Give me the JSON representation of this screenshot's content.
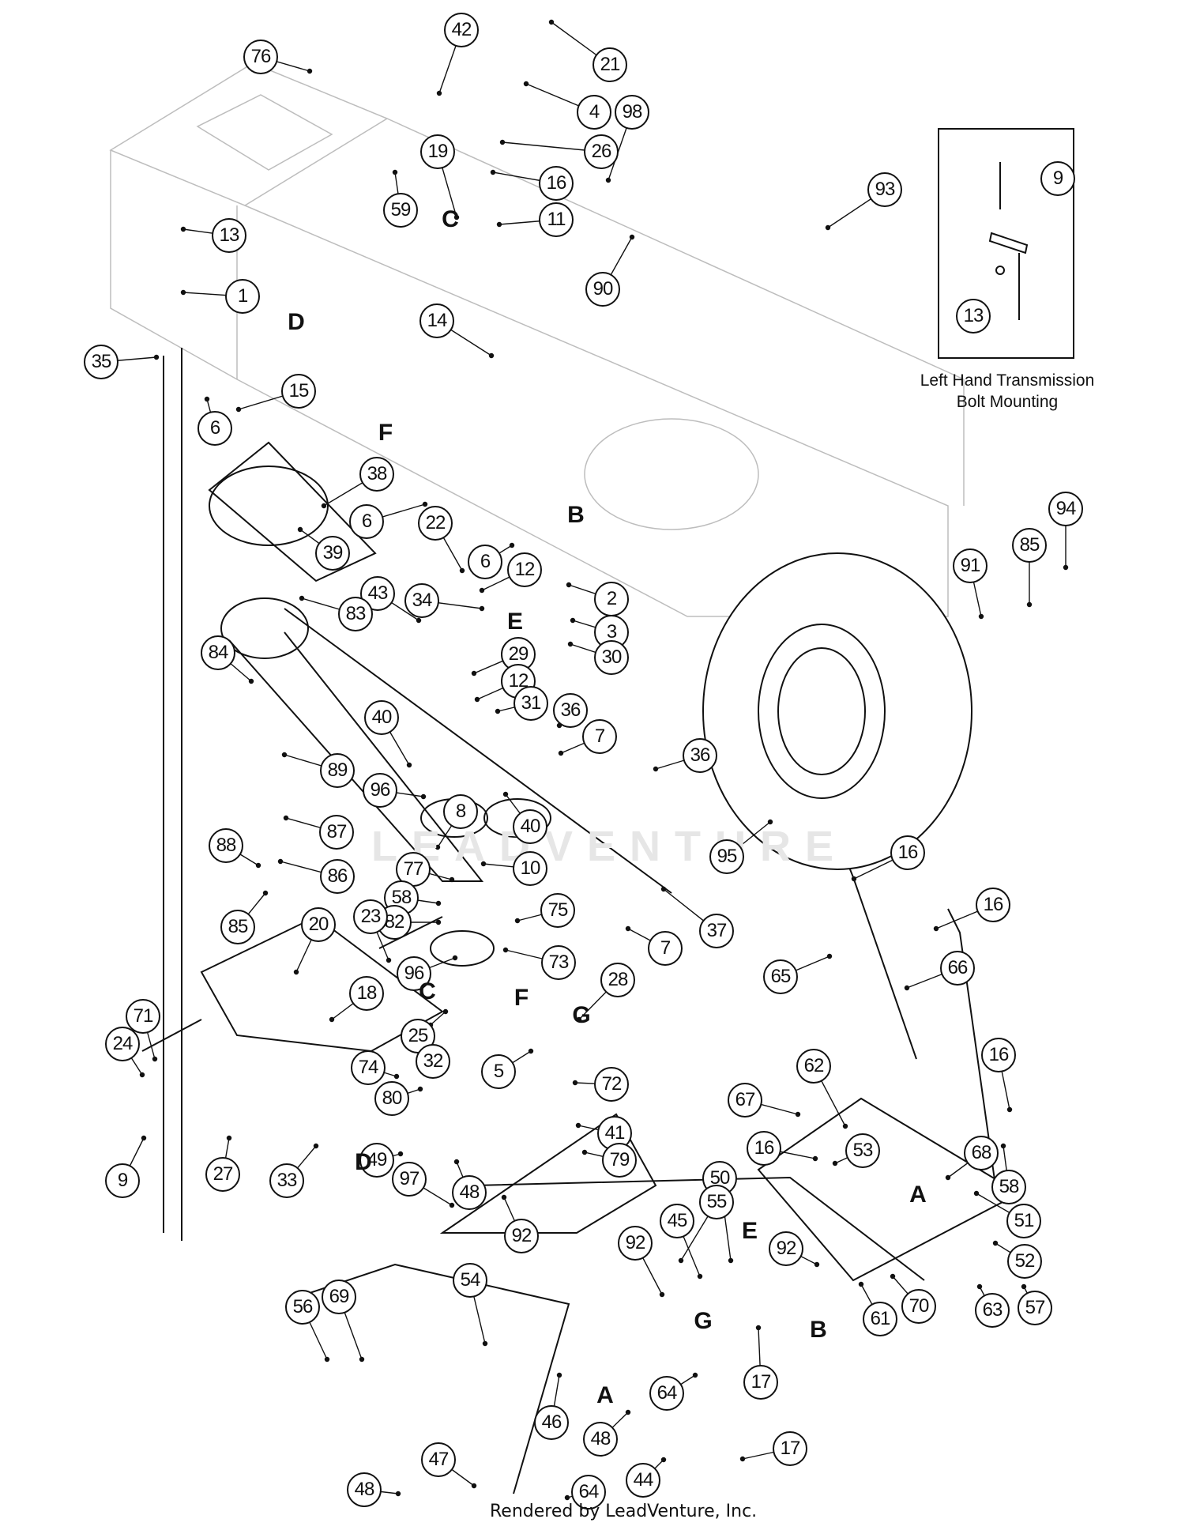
{
  "diagram": {
    "title": "Transmission, Belts & Drive Control Assembly",
    "watermark": "LEADVENTURE",
    "credit": "Rendered by LeadVenture, Inc.",
    "inset": {
      "caption_line1": "Left Hand Transmission",
      "caption_line2": "Bolt Mounting",
      "callouts": [
        "9",
        "13"
      ]
    },
    "reference_letters": [
      "A",
      "B",
      "C",
      "D",
      "E",
      "F",
      "G"
    ],
    "callouts": [
      {
        "id": "76",
        "label": "76"
      },
      {
        "id": "42",
        "label": "42"
      },
      {
        "id": "21",
        "label": "21"
      },
      {
        "id": "4",
        "label": "4"
      },
      {
        "id": "26",
        "label": "26"
      },
      {
        "id": "19",
        "label": "19"
      },
      {
        "id": "16a",
        "label": "16"
      },
      {
        "id": "11",
        "label": "11"
      },
      {
        "id": "59",
        "label": "59"
      },
      {
        "id": "13",
        "label": "13"
      },
      {
        "id": "1",
        "label": "1"
      },
      {
        "id": "35",
        "label": "35"
      },
      {
        "id": "6a",
        "label": "6"
      },
      {
        "id": "15",
        "label": "15"
      },
      {
        "id": "14",
        "label": "14"
      },
      {
        "id": "98",
        "label": "98"
      },
      {
        "id": "93",
        "label": "93"
      },
      {
        "id": "90",
        "label": "90"
      },
      {
        "id": "38",
        "label": "38"
      },
      {
        "id": "6b",
        "label": "6"
      },
      {
        "id": "39",
        "label": "39"
      },
      {
        "id": "22",
        "label": "22"
      },
      {
        "id": "6c",
        "label": "6"
      },
      {
        "id": "12a",
        "label": "12"
      },
      {
        "id": "2",
        "label": "2"
      },
      {
        "id": "43",
        "label": "43"
      },
      {
        "id": "34",
        "label": "34"
      },
      {
        "id": "3",
        "label": "3"
      },
      {
        "id": "30",
        "label": "30"
      },
      {
        "id": "29",
        "label": "29"
      },
      {
        "id": "12b",
        "label": "12"
      },
      {
        "id": "31",
        "label": "31"
      },
      {
        "id": "83",
        "label": "83"
      },
      {
        "id": "84",
        "label": "84"
      },
      {
        "id": "89",
        "label": "89"
      },
      {
        "id": "40a",
        "label": "40"
      },
      {
        "id": "36a",
        "label": "36"
      },
      {
        "id": "7a",
        "label": "7"
      },
      {
        "id": "36b",
        "label": "36"
      },
      {
        "id": "96a",
        "label": "96"
      },
      {
        "id": "40b",
        "label": "40"
      },
      {
        "id": "87",
        "label": "87"
      },
      {
        "id": "8",
        "label": "8"
      },
      {
        "id": "10",
        "label": "10"
      },
      {
        "id": "88",
        "label": "88"
      },
      {
        "id": "86",
        "label": "86"
      },
      {
        "id": "85a",
        "label": "85"
      },
      {
        "id": "77",
        "label": "77"
      },
      {
        "id": "58a",
        "label": "58"
      },
      {
        "id": "82",
        "label": "82"
      },
      {
        "id": "75",
        "label": "75"
      },
      {
        "id": "7b",
        "label": "7"
      },
      {
        "id": "37",
        "label": "37"
      },
      {
        "id": "95",
        "label": "95"
      },
      {
        "id": "91",
        "label": "91"
      },
      {
        "id": "85b",
        "label": "85"
      },
      {
        "id": "94",
        "label": "94"
      },
      {
        "id": "20",
        "label": "20"
      },
      {
        "id": "23",
        "label": "23"
      },
      {
        "id": "96b",
        "label": "96"
      },
      {
        "id": "73",
        "label": "73"
      },
      {
        "id": "28",
        "label": "28"
      },
      {
        "id": "18",
        "label": "18"
      },
      {
        "id": "25",
        "label": "25"
      },
      {
        "id": "32",
        "label": "32"
      },
      {
        "id": "71",
        "label": "71"
      },
      {
        "id": "24",
        "label": "24"
      },
      {
        "id": "5",
        "label": "5"
      },
      {
        "id": "72",
        "label": "72"
      },
      {
        "id": "74",
        "label": "74"
      },
      {
        "id": "80",
        "label": "80"
      },
      {
        "id": "41",
        "label": "41"
      },
      {
        "id": "9",
        "label": "9"
      },
      {
        "id": "27",
        "label": "27"
      },
      {
        "id": "33",
        "label": "33"
      },
      {
        "id": "49",
        "label": "49"
      },
      {
        "id": "97",
        "label": "97"
      },
      {
        "id": "48a",
        "label": "48"
      },
      {
        "id": "79",
        "label": "79"
      },
      {
        "id": "92a",
        "label": "92"
      },
      {
        "id": "16b",
        "label": "16"
      },
      {
        "id": "16c",
        "label": "16"
      },
      {
        "id": "65",
        "label": "65"
      },
      {
        "id": "66",
        "label": "66"
      },
      {
        "id": "16d",
        "label": "16"
      },
      {
        "id": "62",
        "label": "62"
      },
      {
        "id": "67",
        "label": "67"
      },
      {
        "id": "16e",
        "label": "16"
      },
      {
        "id": "53",
        "label": "53"
      },
      {
        "id": "68",
        "label": "68"
      },
      {
        "id": "58b",
        "label": "58"
      },
      {
        "id": "51",
        "label": "51"
      },
      {
        "id": "52",
        "label": "52"
      },
      {
        "id": "50",
        "label": "50"
      },
      {
        "id": "55",
        "label": "55"
      },
      {
        "id": "45",
        "label": "45"
      },
      {
        "id": "92b",
        "label": "92"
      },
      {
        "id": "92c",
        "label": "92"
      },
      {
        "id": "61",
        "label": "61"
      },
      {
        "id": "70",
        "label": "70"
      },
      {
        "id": "63",
        "label": "63"
      },
      {
        "id": "57",
        "label": "57"
      },
      {
        "id": "17a",
        "label": "17"
      },
      {
        "id": "54",
        "label": "54"
      },
      {
        "id": "69",
        "label": "69"
      },
      {
        "id": "56",
        "label": "56"
      },
      {
        "id": "46",
        "label": "46"
      },
      {
        "id": "48b",
        "label": "48"
      },
      {
        "id": "64a",
        "label": "64"
      },
      {
        "id": "17b",
        "label": "17"
      },
      {
        "id": "44",
        "label": "44"
      },
      {
        "id": "47",
        "label": "47"
      },
      {
        "id": "48c",
        "label": "48"
      },
      {
        "id": "64b",
        "label": "64"
      }
    ]
  }
}
